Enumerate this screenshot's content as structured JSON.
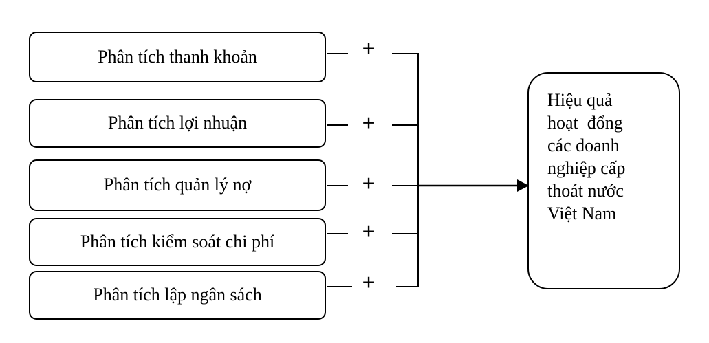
{
  "diagram": {
    "source_boxes": [
      {
        "label": "Phân tích thanh khoản"
      },
      {
        "label": "Phân tích lợi nhuận"
      },
      {
        "label": "Phân tích quản lý nợ"
      },
      {
        "label": "Phân tích kiểm soát chi phí"
      },
      {
        "label": "Phân tích lập ngân sách"
      }
    ],
    "operator": "+",
    "result_box": {
      "lines": [
        "Hiệu quả",
        "hoạt  đổng",
        "các doanh",
        "nghiệp cấp",
        "thoát nước",
        "Việt Nam"
      ]
    },
    "colors": {
      "line": "#000000",
      "background": "#ffffff"
    }
  }
}
